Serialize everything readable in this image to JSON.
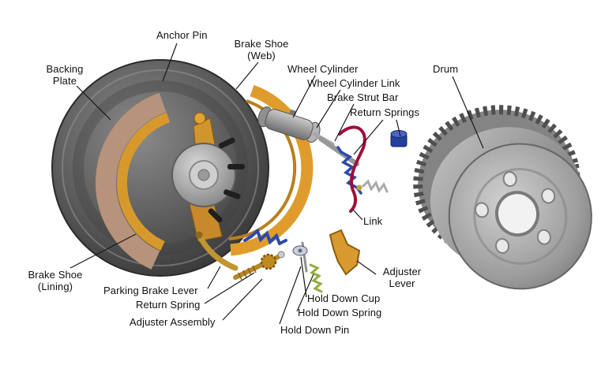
{
  "figure": {
    "type": "exploded-parts-diagram",
    "subject": "Drum Brake Assembly",
    "background": "#ffffff",
    "label_color": "#111111",
    "part_colors": {
      "brake_shoe_gold": "#df9c2c",
      "lining_tan": "#b6937a",
      "spring_blue": "#2b49ac",
      "link_red": "#9e1038",
      "hold_down_spring_green": "#8fae3a",
      "metal_gray": "#8c8c8c",
      "plate_dark_gray": "#4a4a4a"
    },
    "labels": [
      {
        "id": "anchor-pin",
        "text": "Anchor Pin"
      },
      {
        "id": "backing-plate",
        "text": "Backing\nPlate"
      },
      {
        "id": "brake-shoe-web",
        "text": "Brake Shoe\n(Web)"
      },
      {
        "id": "wheel-cylinder",
        "text": "Wheel Cylinder"
      },
      {
        "id": "wheel-cylinder-link",
        "text": "Wheel Cylinder Link"
      },
      {
        "id": "brake-strut-bar",
        "text": "Brake Strut Bar"
      },
      {
        "id": "return-springs",
        "text": "Return Springs"
      },
      {
        "id": "drum",
        "text": "Drum"
      },
      {
        "id": "link",
        "text": "Link"
      },
      {
        "id": "brake-shoe-lining",
        "text": "Brake Shoe\n(Lining)"
      },
      {
        "id": "parking-brake-lever",
        "text": "Parking Brake Lever"
      },
      {
        "id": "return-spring",
        "text": "Return Spring"
      },
      {
        "id": "adjuster-assembly",
        "text": "Adjuster Assembly"
      },
      {
        "id": "hold-down-cup",
        "text": "Hold Down Cup"
      },
      {
        "id": "hold-down-spring",
        "text": "Hold Down Spring"
      },
      {
        "id": "hold-down-pin",
        "text": "Hold Down Pin"
      },
      {
        "id": "adjuster-lever",
        "text": "Adjuster\nLever"
      }
    ]
  }
}
